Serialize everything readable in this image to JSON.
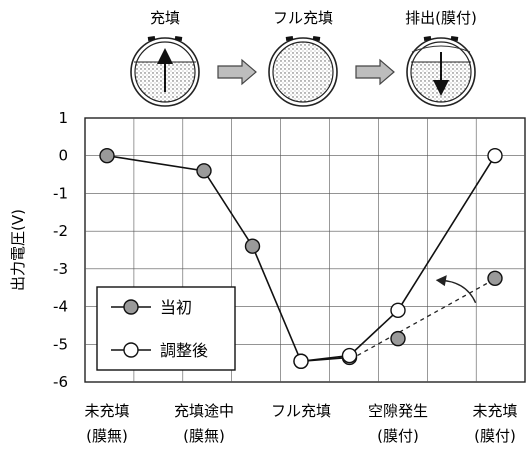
{
  "stages": {
    "fill": "充填",
    "full": "フル充填",
    "discharge": "排出(膜付)"
  },
  "chart_data": {
    "type": "line",
    "ylabel": "出力電圧(V)",
    "yticks": [
      "1",
      "0",
      "-1",
      "-2",
      "-3",
      "-4",
      "-5",
      "-6"
    ],
    "ylim": [
      -6,
      1
    ],
    "grid": true,
    "legend_position": "bottom-left",
    "categories": [
      {
        "line1": "未充填",
        "line2": "(膜無)"
      },
      {
        "line1": "充填途中",
        "line2": "(膜無)"
      },
      {
        "line1": "フル充填",
        "line2": ""
      },
      {
        "line1": "空隙発生",
        "line2": "(膜付)"
      },
      {
        "line1": "未充填",
        "line2": "(膜付)"
      }
    ],
    "series": [
      {
        "name": "当初",
        "marker": "filled",
        "color": "#9a9a9a",
        "points": [
          {
            "x": 0,
            "y": 0.0,
            "connected": true
          },
          {
            "x": 1,
            "y": -0.4,
            "connected": true
          },
          {
            "x": 1.5,
            "y": -2.4,
            "connected": true
          },
          {
            "x": 2,
            "y": -5.45,
            "connected": true
          },
          {
            "x": 2.5,
            "y": -5.35,
            "connected": true
          },
          {
            "x": 3,
            "y": -4.85,
            "connected": false
          },
          {
            "x": 4,
            "y": -3.25,
            "connected": false
          }
        ]
      },
      {
        "name": "調整後",
        "marker": "open",
        "color": "#ffffff",
        "points": [
          {
            "x": 2,
            "y": -5.45,
            "connected": true
          },
          {
            "x": 2.5,
            "y": -5.3,
            "connected": true
          },
          {
            "x": 3,
            "y": -4.1,
            "connected": true
          },
          {
            "x": 4,
            "y": 0.0,
            "connected": true
          }
        ]
      }
    ],
    "annotations": [
      {
        "type": "dashed-trend",
        "from": {
          "x": 2.5,
          "y": -5.35
        },
        "to": {
          "x": 4,
          "y": -3.25
        }
      },
      {
        "type": "curved-arrow",
        "from": {
          "x": 3.8,
          "y": -3.9
        },
        "to": {
          "x": 3.4,
          "y": -3.3
        }
      }
    ]
  }
}
